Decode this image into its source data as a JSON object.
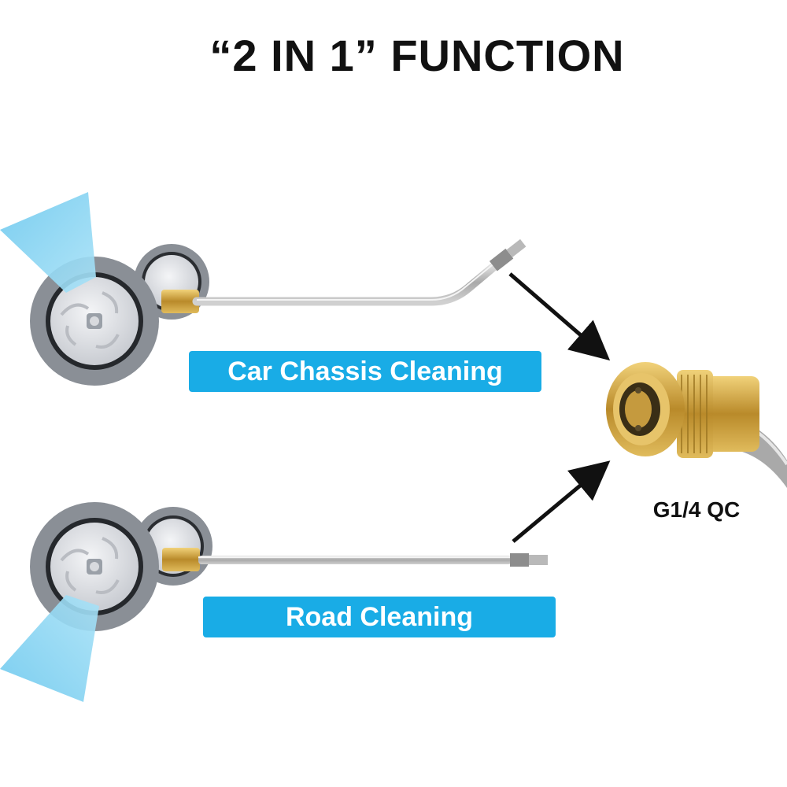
{
  "title": "“2 IN 1” FUNCTION",
  "labels": {
    "car_chassis": "Car Chassis Cleaning",
    "road": "Road Cleaning",
    "connector": "G1/4 QC"
  },
  "colors": {
    "label_bg": "#19ace6",
    "spray": "#8fd6f2",
    "brass": "#c9a24a",
    "steel": "#b8b8b8",
    "tire": "#8a8f96"
  },
  "icons": [
    "water-spray-icon",
    "wheel-icon",
    "brass-connector-icon",
    "arrow-icon"
  ]
}
